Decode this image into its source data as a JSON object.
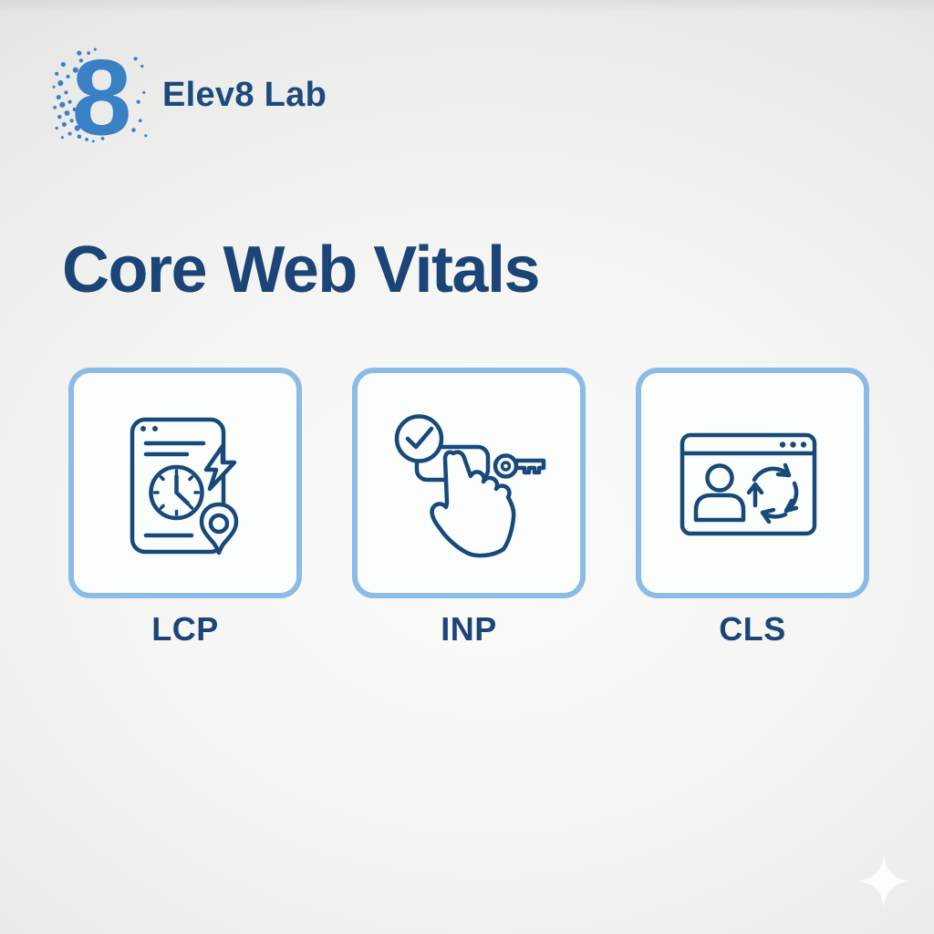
{
  "brand": {
    "logo_glyph": "8",
    "name": "Elev8 Lab"
  },
  "heading": {
    "title": "Core Web Vitals"
  },
  "cards": [
    {
      "label": "LCP",
      "icon": "page-load-speed-icon"
    },
    {
      "label": "INP",
      "icon": "tap-interaction-icon"
    },
    {
      "label": "CLS",
      "icon": "layout-shift-browser-icon"
    }
  ],
  "colors": {
    "icon_navy": "#17497b",
    "heading_navy": "#1c4577",
    "brand_navy": "#1b4a7c",
    "logo_blue": "#3a80c4",
    "card_border_blue": "#8abce7",
    "card_background": "#fcfdfd",
    "page_background": "#efefee",
    "sparkle_white": "#ffffff"
  },
  "decor": {
    "sparkle_icon": "four-point-star"
  }
}
